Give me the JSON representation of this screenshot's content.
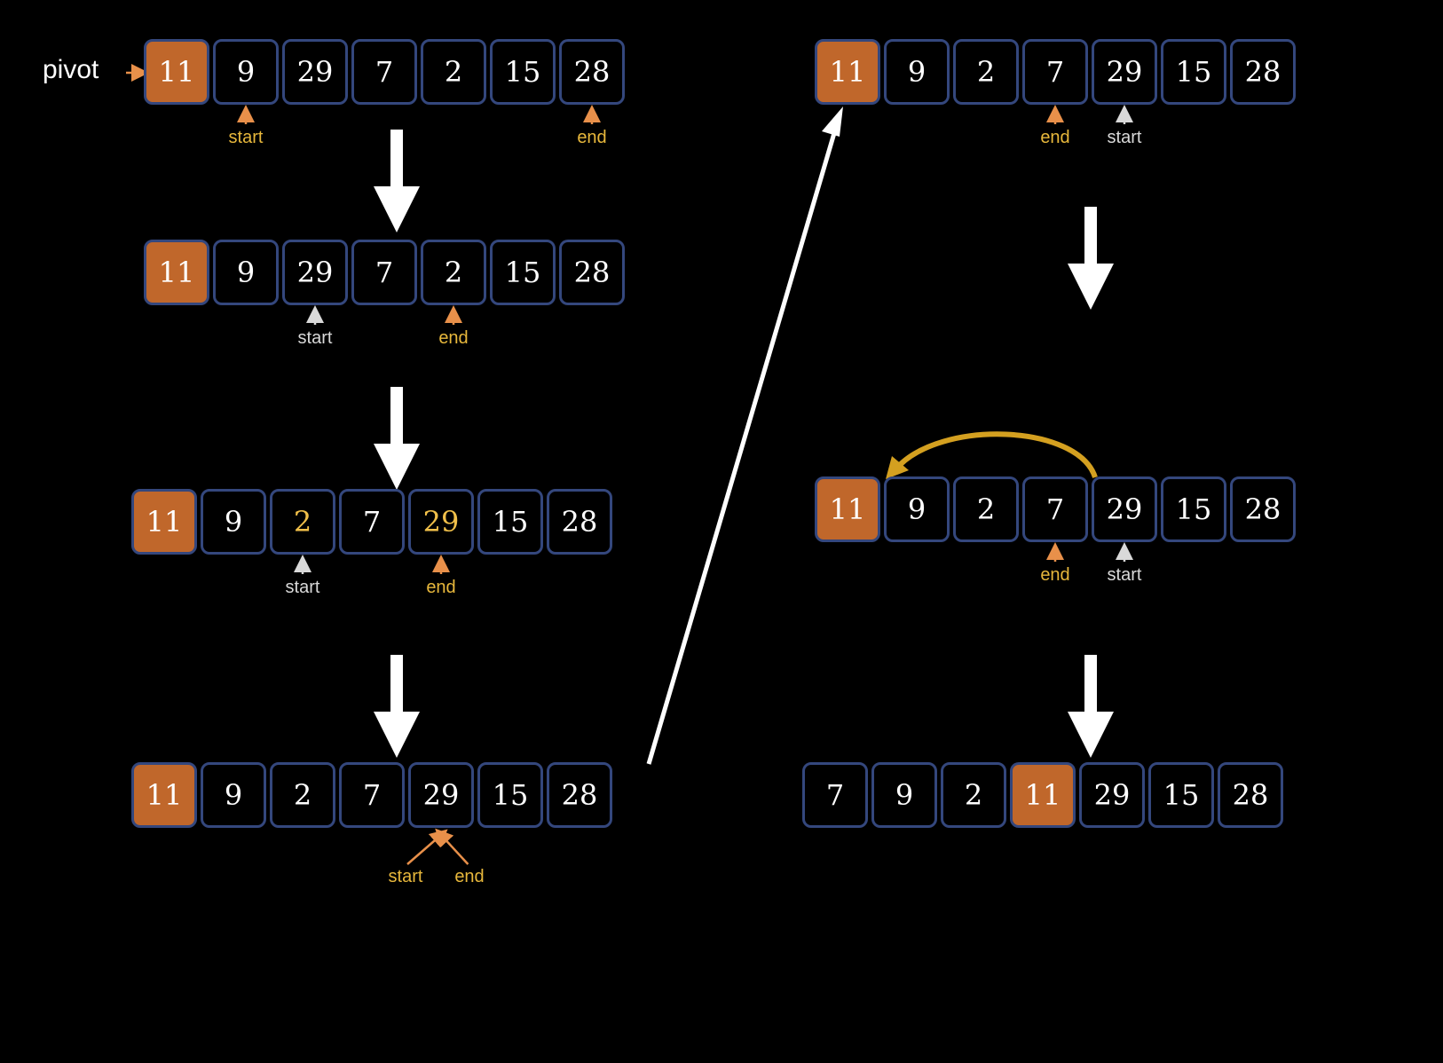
{
  "pivot_label": "pivot",
  "colors": {
    "pivot": "#c0672b",
    "border": "#34477d",
    "highlight": "#f1c04a",
    "orange_pointer": "#e8b83c",
    "white_pointer": "#d9d9d9",
    "arrow": "#ffffff",
    "swap_arrow": "#d4a020"
  },
  "steps": [
    {
      "values": [
        "11",
        "9",
        "29",
        "7",
        "2",
        "15",
        "28"
      ],
      "pivot_index": 0,
      "highlight": [],
      "pointers": [
        {
          "label": "start",
          "index": 1,
          "color": "orange"
        },
        {
          "label": "end",
          "index": 6,
          "color": "orange"
        }
      ]
    },
    {
      "values": [
        "11",
        "9",
        "29",
        "7",
        "2",
        "15",
        "28"
      ],
      "pivot_index": 0,
      "highlight": [],
      "pointers": [
        {
          "label": "start",
          "index": 2,
          "color": "white"
        },
        {
          "label": "end",
          "index": 4,
          "color": "orange"
        }
      ]
    },
    {
      "values": [
        "11",
        "9",
        "2",
        "7",
        "29",
        "15",
        "28"
      ],
      "pivot_index": 0,
      "highlight": [
        2,
        4
      ],
      "pointers": [
        {
          "label": "start",
          "index": 2,
          "color": "white"
        },
        {
          "label": "end",
          "index": 4,
          "color": "orange"
        }
      ]
    },
    {
      "values": [
        "11",
        "9",
        "2",
        "7",
        "29",
        "15",
        "28"
      ],
      "pivot_index": 0,
      "highlight": [],
      "pointers": [
        {
          "label": "start",
          "index": 4,
          "color": "orange"
        },
        {
          "label": "end",
          "index": 4,
          "color": "orange"
        }
      ]
    },
    {
      "values": [
        "11",
        "9",
        "2",
        "7",
        "29",
        "15",
        "28"
      ],
      "pivot_index": 0,
      "highlight": [],
      "pointers": [
        {
          "label": "end",
          "index": 3,
          "color": "orange"
        },
        {
          "label": "start",
          "index": 4,
          "color": "white"
        }
      ]
    },
    {
      "values": [
        "11",
        "9",
        "2",
        "7",
        "29",
        "15",
        "28"
      ],
      "pivot_index": 0,
      "highlight": [],
      "pointers": [
        {
          "label": "end",
          "index": 3,
          "color": "orange"
        },
        {
          "label": "start",
          "index": 4,
          "color": "white"
        }
      ]
    },
    {
      "values": [
        "7",
        "9",
        "2",
        "11",
        "29",
        "15",
        "28"
      ],
      "pivot_index": 3,
      "highlight": [],
      "pointers": []
    }
  ]
}
